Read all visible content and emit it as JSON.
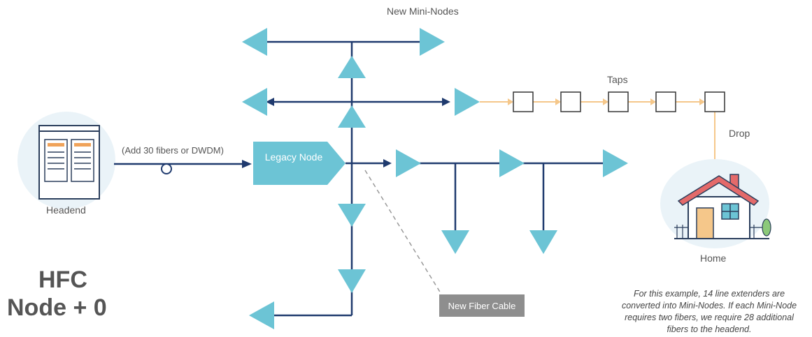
{
  "title": {
    "line1": "HFC",
    "line2": "Node + 0"
  },
  "labels": {
    "new_mini_nodes": "New Mini-Nodes",
    "taps": "Taps",
    "drop": "Drop",
    "home": "Home",
    "headend": "Headend",
    "add_fibers": "(Add 30 fibers or DWDM)",
    "legacy_node": "Legacy Node",
    "new_fiber_cable": "New Fiber Cable"
  },
  "note": "For this example, 14 line extenders are converted into Mini-Nodes. If each Mini-Node requires two fibers, we require 28 additional fibers to the headend.",
  "colors": {
    "trunk": "#1f3a6e",
    "amplifier": "#6cc4d5",
    "tap_line": "#f5c78a",
    "text": "#555555",
    "fiber_box": "#8e8e8e"
  }
}
